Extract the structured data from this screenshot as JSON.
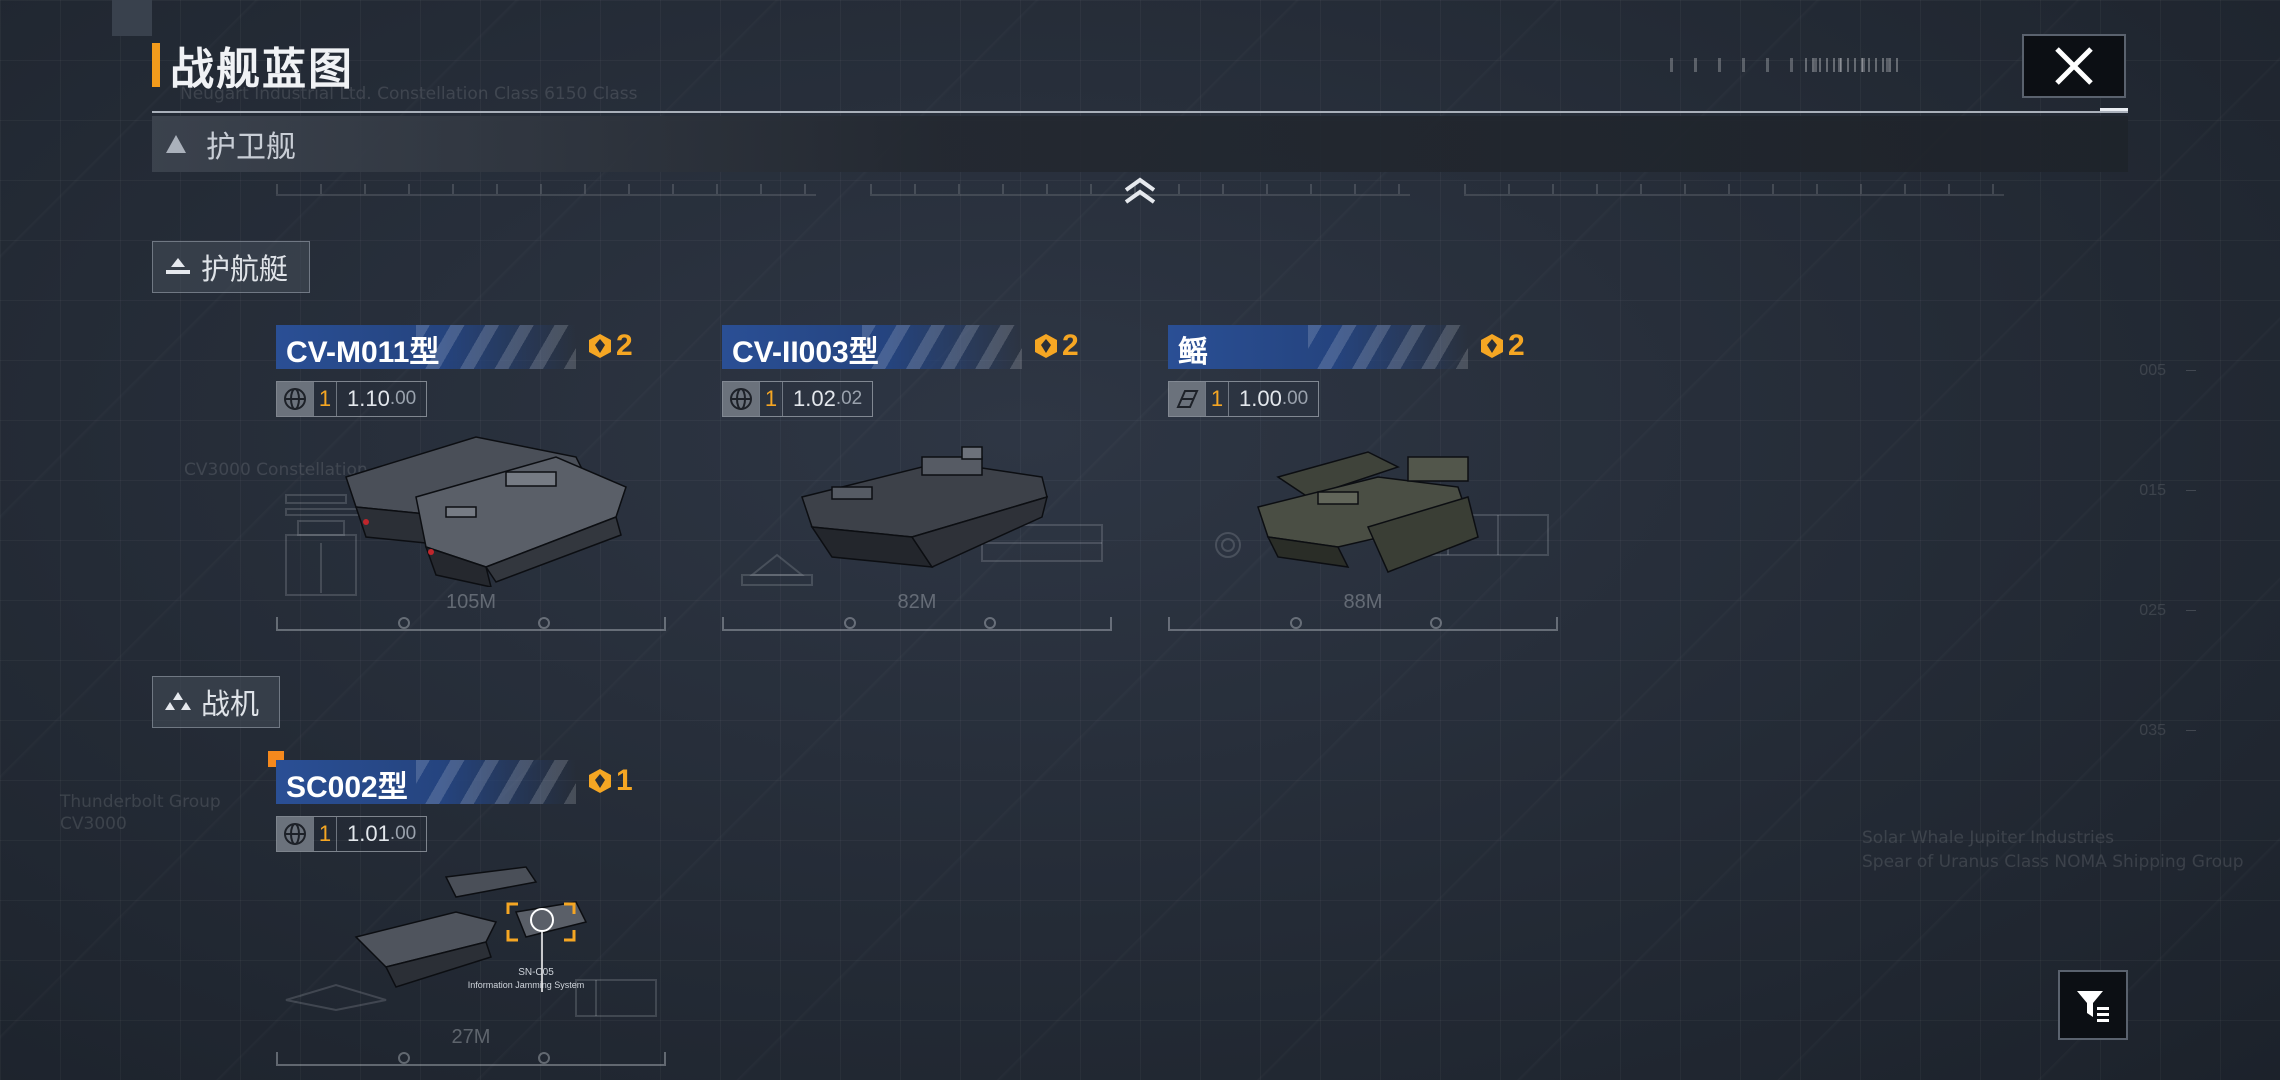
{
  "header": {
    "title": "战舰蓝图"
  },
  "background_text": {
    "line1": "Neugart Industrial Ltd. Constellation Class 6150 Class",
    "line2": "CV3000 Constellation",
    "line3": "Thunderbolt Group",
    "line4": "CV3000",
    "line5": "Solar Whale Jupiter Industries",
    "line6": "Spear of Uranus Class NOMA Shipping Group",
    "scale": [
      "005",
      "015",
      "025",
      "035"
    ]
  },
  "category": {
    "label": "护卫舰"
  },
  "sections": [
    {
      "label": "护航艇",
      "icon": "escort-boat-icon",
      "cards": [
        {
          "name": "CV-M011型",
          "rank": "2",
          "level": "1",
          "version": "1.10",
          "version_sub": ".00",
          "length": "105M",
          "type_icon": "globe-icon"
        },
        {
          "name": "CV-II003型",
          "rank": "2",
          "level": "1",
          "version": "1.02",
          "version_sub": ".02",
          "length": "82M",
          "type_icon": "globe-icon"
        },
        {
          "name": "鳐",
          "rank": "2",
          "level": "1",
          "version": "1.00",
          "version_sub": ".00",
          "length": "88M",
          "type_icon": "faction-icon"
        }
      ]
    },
    {
      "label": "战机",
      "icon": "fighter-squadron-icon",
      "cards": [
        {
          "name": "SC002型",
          "rank": "1",
          "level": "1",
          "version": "1.01",
          "version_sub": ".00",
          "length": "27M",
          "type_icon": "globe-icon",
          "annotation": "SN-C05",
          "annotation2": "Information Jamming System"
        }
      ]
    }
  ],
  "colors": {
    "accent": "#f29b1c",
    "banner": "#2a4f95",
    "rank": "#f5a623",
    "new_marker": "#f5891d"
  }
}
